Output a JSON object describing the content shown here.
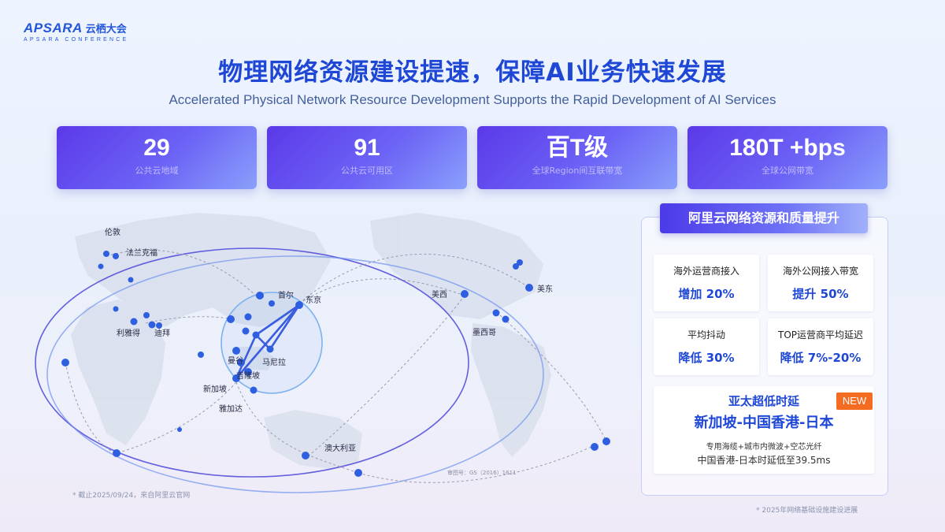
{
  "brand": {
    "logo_text": "APSARA",
    "logo_cn": "云栖大会",
    "logo_sub": "APSARA CONFERENCE"
  },
  "header": {
    "title": "物理网络资源建设提速，保障AI业务快速发展",
    "subtitle": "Accelerated Physical Network Resource Development Supports the Rapid Development of AI Services"
  },
  "stats": [
    {
      "value": "29",
      "label": "公共云地域"
    },
    {
      "value": "91",
      "label": "公共云可用区"
    },
    {
      "value": "百T级",
      "label": "全球Region间互联带宽"
    },
    {
      "value": "180T +bps",
      "label": "全球公网带宽"
    }
  ],
  "map": {
    "labels": {
      "london": "伦敦",
      "frankfurt": "法兰克福",
      "riyadh": "利雅得",
      "dubai": "迪拜",
      "seoul": "首尔",
      "tokyo": "东京",
      "manila": "马尼拉",
      "bangkok": "曼谷",
      "kuala_lumpur": "吉隆坡",
      "singapore": "新加坡",
      "jakarta": "雅加达",
      "us_west": "美西",
      "us_east": "美东",
      "mexico": "墨西哥",
      "australia": "澳大利亚"
    },
    "map_code": "审图号：GS（2016）1611"
  },
  "footnotes": {
    "left": "* 截止2025/09/24，来自阿里云官网",
    "right": "* 2025年网络基础设施建设进展"
  },
  "panel": {
    "title": "阿里云网络资源和质量提升",
    "metrics": [
      {
        "label": "海外运营商接入",
        "value": "增加 20%"
      },
      {
        "label": "海外公网接入带宽",
        "value": "提升 50%"
      },
      {
        "label": "平均抖动",
        "value": "降低 30%"
      },
      {
        "label": "TOP运营商平均延迟",
        "value": "降低 7%-20%"
      }
    ],
    "highlight": {
      "title": "亚太超低时延",
      "route": "新加坡-中国香港-日本",
      "badge": "NEW",
      "note": "专用海缆+城市内微波+空芯光纤",
      "latency": "中国香港-日本时延低至39.5ms"
    }
  },
  "colors": {
    "brand_blue": "#1f47d6",
    "stat_purple": "#5b39e8",
    "badge_orange": "#f46b22"
  }
}
